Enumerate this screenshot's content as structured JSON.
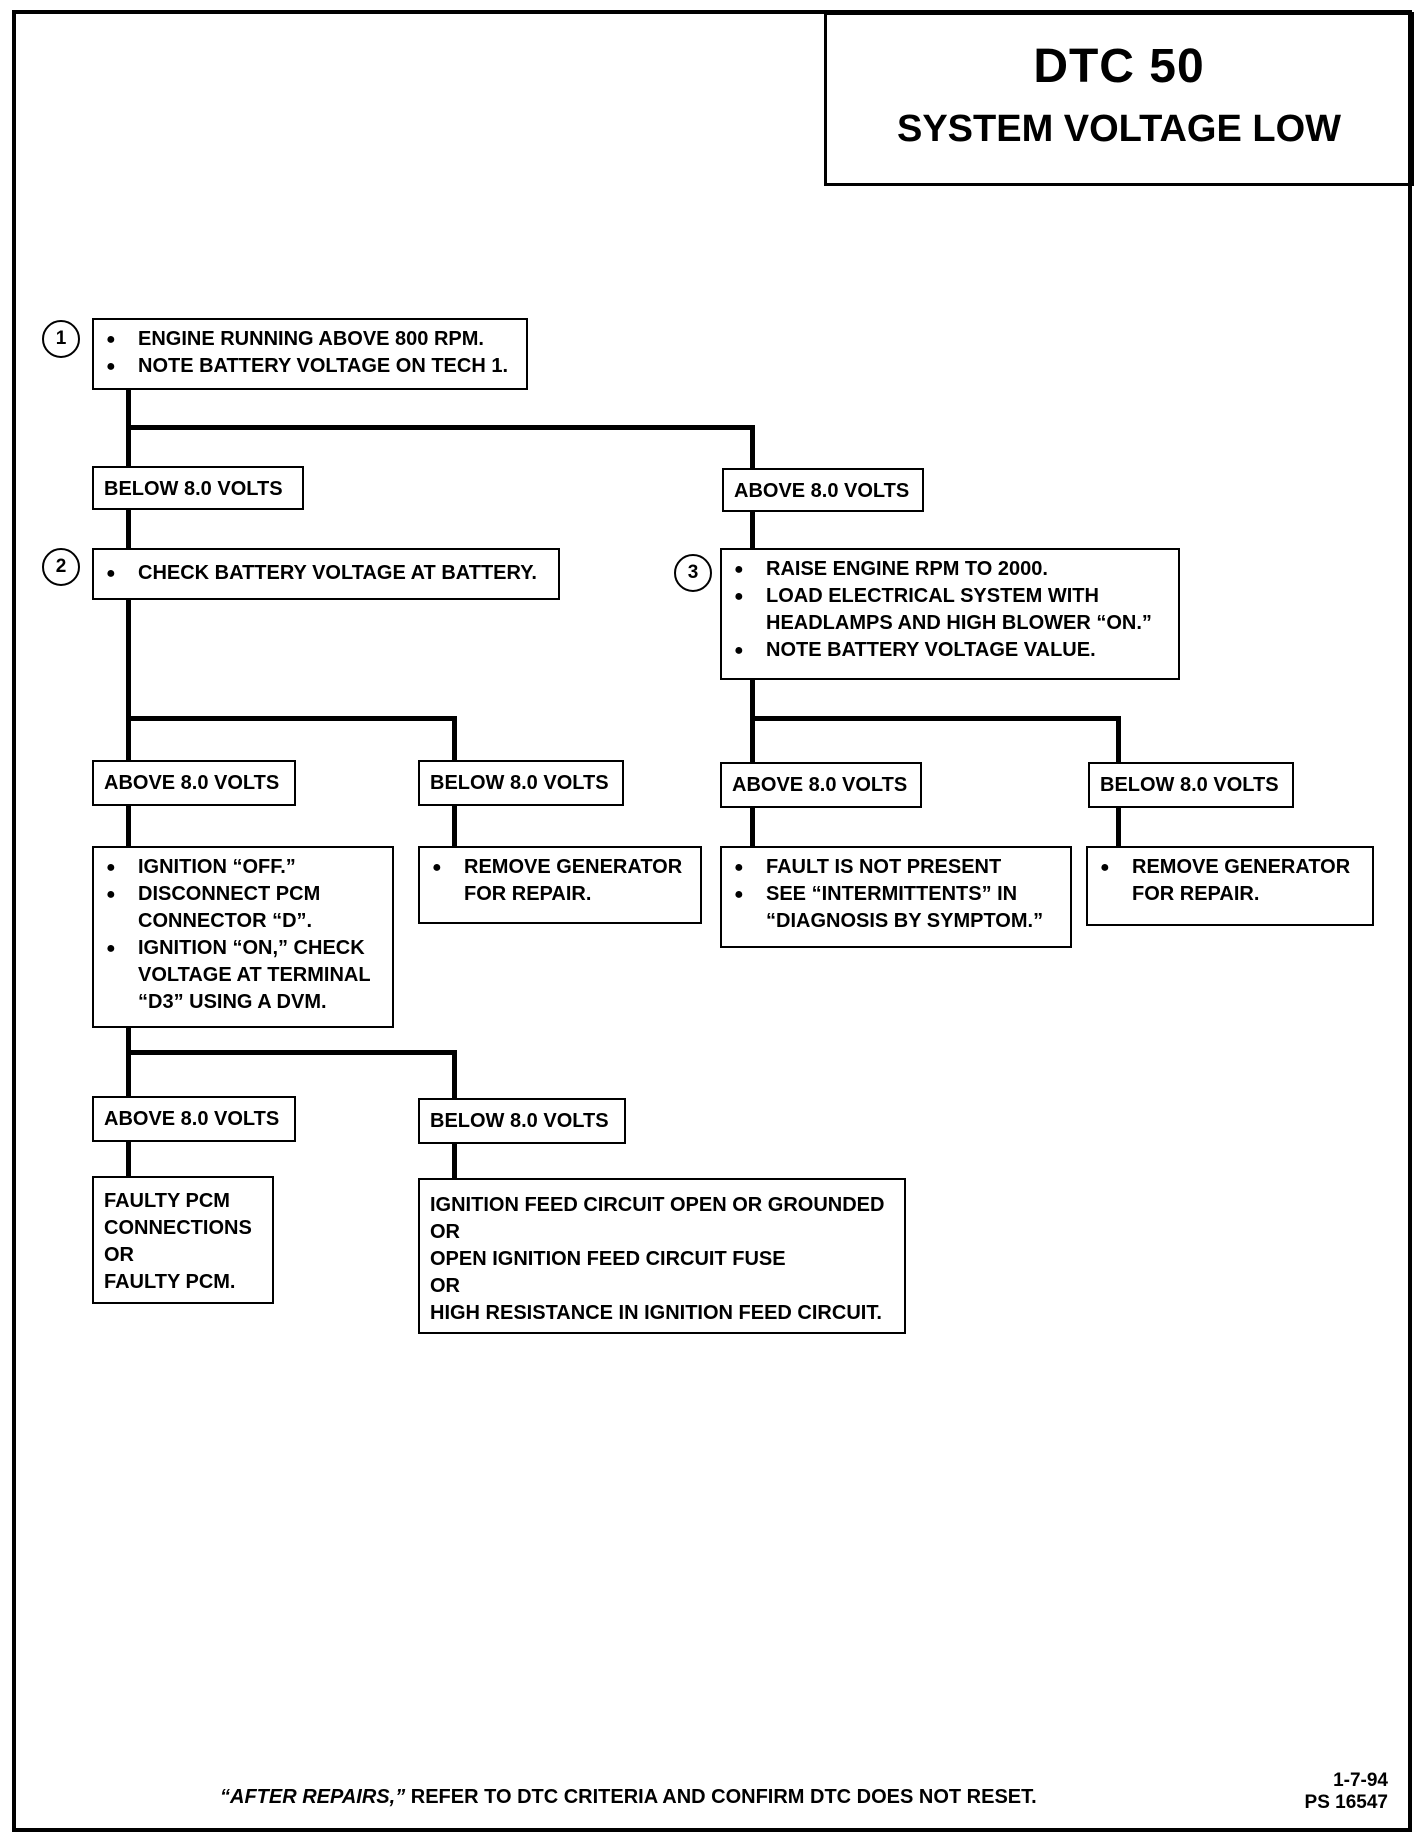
{
  "title": {
    "code": "DTC 50",
    "subtitle": "SYSTEM VOLTAGE LOW"
  },
  "steps": {
    "step1": {
      "number": "1",
      "items": [
        "ENGINE RUNNING ABOVE 800 RPM.",
        "NOTE BATTERY VOLTAGE ON TECH 1."
      ]
    },
    "step2": {
      "number": "2",
      "items": [
        "CHECK BATTERY VOLTAGE AT BATTERY."
      ]
    },
    "step3": {
      "number": "3",
      "items": [
        "RAISE ENGINE RPM TO 2000.",
        "LOAD ELECTRICAL SYSTEM WITH HEADLAMPS AND HIGH BLOWER “ON.”",
        "NOTE BATTERY VOLTAGE VALUE."
      ]
    }
  },
  "branches": {
    "s1_below": "BELOW 8.0 VOLTS",
    "s1_above": "ABOVE 8.0 VOLTS",
    "s2_above": "ABOVE 8.0 VOLTS",
    "s2_below": "BELOW 8.0 VOLTS",
    "s3_above": "ABOVE 8.0 VOLTS",
    "s3_below": "BELOW 8.0 VOLTS",
    "s4_above": "ABOVE 8.0 VOLTS",
    "s4_below": "BELOW 8.0 VOLTS"
  },
  "actions": {
    "ignition_check": [
      "IGNITION “OFF.”",
      "DISCONNECT PCM CONNECTOR “D”.",
      "IGNITION “ON,” CHECK VOLTAGE AT TERMINAL “D3” USING A DVM."
    ],
    "remove_gen_left": [
      "REMOVE GENERATOR FOR REPAIR."
    ],
    "fault_not_present": [
      "FAULT IS NOT PRESENT",
      "SEE “INTERMITTENTS” IN “DIAGNOSIS BY SYMPTOM.”"
    ],
    "remove_gen_right": [
      "REMOVE GENERATOR FOR REPAIR."
    ],
    "faulty_pcm": [
      "FAULTY PCM",
      "CONNECTIONS",
      "OR",
      "FAULTY PCM."
    ],
    "ignition_feed": [
      "IGNITION FEED CIRCUIT OPEN OR GROUNDED",
      "OR",
      "OPEN IGNITION FEED CIRCUIT FUSE",
      "OR",
      "HIGH RESISTANCE IN IGNITION FEED CIRCUIT."
    ]
  },
  "footer": {
    "italic": "“AFTER REPAIRS,”",
    "text": " REFER TO DTC CRITERIA AND CONFIRM DTC DOES NOT RESET.",
    "date": "1-7-94",
    "code": "PS 16547"
  }
}
